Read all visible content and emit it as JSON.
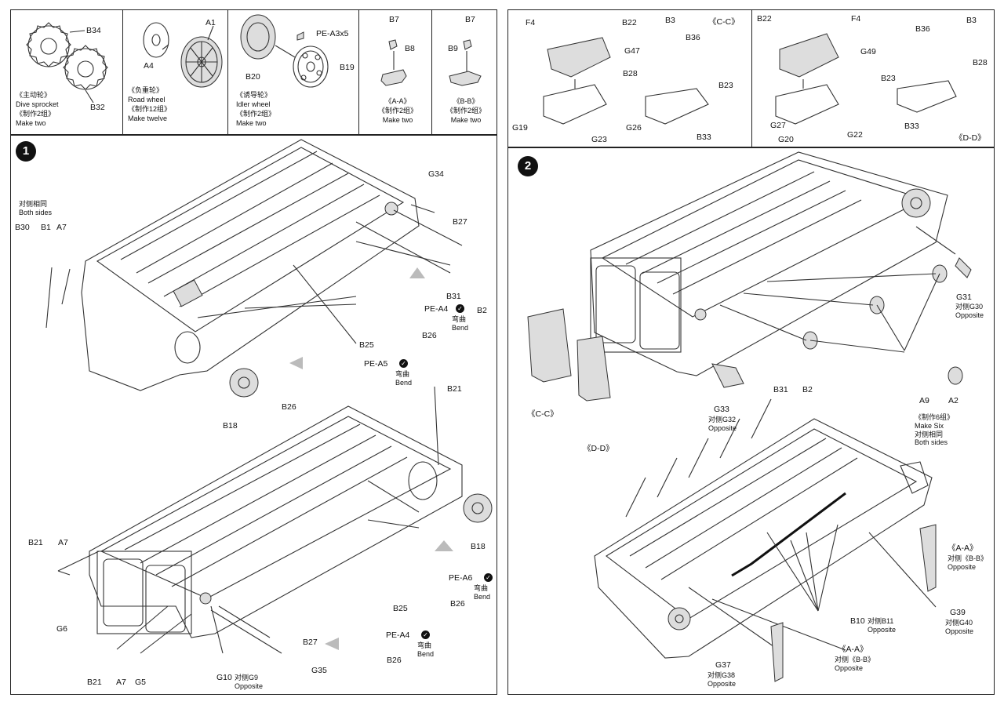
{
  "top_left_parts": {
    "sprocket": {
      "id1": "B34",
      "id2": "B32",
      "cn": "《主动轮》",
      "name": "Dive sprocket",
      "cn_make": "《制作2组》",
      "make": "Make two"
    },
    "road_wheel": {
      "id1": "A1",
      "id2": "A4",
      "cn": "《负重轮》",
      "name": "Road wheel",
      "cn_make": "《制作12组》",
      "make": "Make twelve"
    },
    "idler": {
      "id1": "PE-A3x5",
      "id2": "B20",
      "id3": "B19",
      "cn": "《诱导轮》",
      "name": "Idler wheel",
      "cn_make": "《制作2组》",
      "make": "Make two"
    },
    "aa": {
      "id1": "B7",
      "id2": "B8",
      "title": "《A-A》",
      "cn_make": "《制作2组》",
      "make": "Make two"
    },
    "bb": {
      "id1": "B7",
      "id2": "B9",
      "title": "《B-B》",
      "cn_make": "《制作2组》",
      "make": "Make two"
    }
  },
  "top_right_parts": {
    "cc": {
      "title": "《C-C》",
      "labels": [
        "F4",
        "B22",
        "G47",
        "B3",
        "B36",
        "B28",
        "B23",
        "G19",
        "G26",
        "G23",
        "B33"
      ]
    },
    "dd": {
      "title": "《D-D》",
      "labels": [
        "B22",
        "F4",
        "G49",
        "B3",
        "B36",
        "B28",
        "B23",
        "G27",
        "G20",
        "G22",
        "B33"
      ]
    }
  },
  "step1": {
    "number": "1",
    "both_sides_cn": "对侧相同",
    "both_sides": "Both sides",
    "upper_labels": [
      "B30",
      "B1",
      "A7",
      "G34",
      "B27",
      "B31",
      "B2",
      "PE-A4",
      "B26",
      "B25",
      "PE-A5",
      "B26",
      "B18",
      "B21"
    ],
    "lower_labels": [
      "B21",
      "A7",
      "G6",
      "B21",
      "A7",
      "G5",
      "G10",
      "B27",
      "G35",
      "B25",
      "PE-A4",
      "B26",
      "PE-A6",
      "B26",
      "B18"
    ],
    "bend_cn": "弯曲",
    "bend": "Bend",
    "opposite_cn_g10": "对侧G9",
    "opposite": "Opposite"
  },
  "step2": {
    "number": "2",
    "labels_upper": [
      "G31",
      "B31",
      "B2",
      "G33",
      "A9",
      "A2"
    ],
    "g31_opp_cn": "对侧G30",
    "g33_opp_cn": "对侧G32",
    "opposite": "Opposite",
    "make_six_cn": "《制作6组》",
    "make_six": "Make Six",
    "both_sides_cn": "对侧相同",
    "both_sides": "Both sides",
    "cc": "《C-C》",
    "dd": "《D-D》",
    "aa": "《A-A》",
    "bb_opp_cn": "对侧《B-B》",
    "b10": "B10",
    "b10_opp_cn": "对侧B11",
    "g39": "G39",
    "g39_opp_cn": "对侧G40",
    "g37": "G37",
    "g37_opp_cn": "对侧G38"
  }
}
